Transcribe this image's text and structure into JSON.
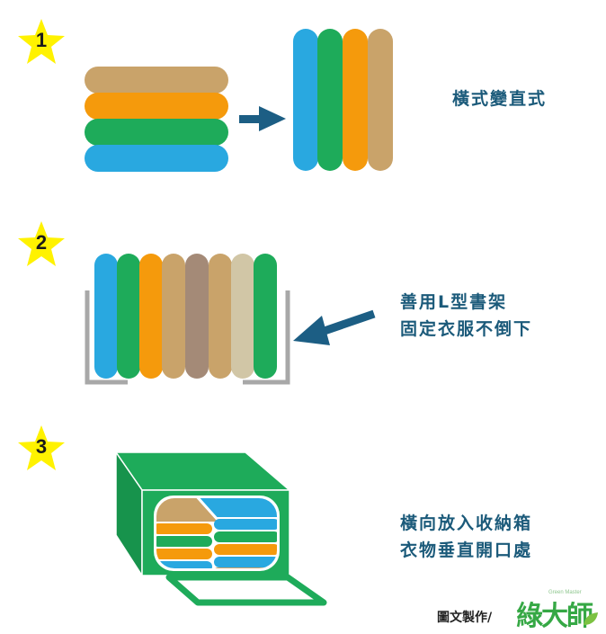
{
  "steps": [
    {
      "number": "1",
      "caption_lines": [
        "橫式變直式"
      ]
    },
    {
      "number": "2",
      "caption_lines": [
        "善用L型書架",
        "固定衣服不倒下"
      ]
    },
    {
      "number": "3",
      "caption_lines": [
        "橫向放入收納箱",
        "衣物垂直開口處"
      ]
    }
  ],
  "credit": {
    "text": "圖文製作/",
    "logo_text": "綠大師",
    "logo_subtext": "Green Master"
  },
  "colors": {
    "blue": "#29a8e0",
    "green": "#1eab5a",
    "orange": "#f59a0c",
    "tan": "#c9a36a",
    "taupe": "#a48a77",
    "beige": "#d1c6a6",
    "arrow": "#1c5e84",
    "star": "#fff200",
    "shelf": "#a8a8a8",
    "box": "#1eab5a",
    "box_dark": "#17934c"
  }
}
